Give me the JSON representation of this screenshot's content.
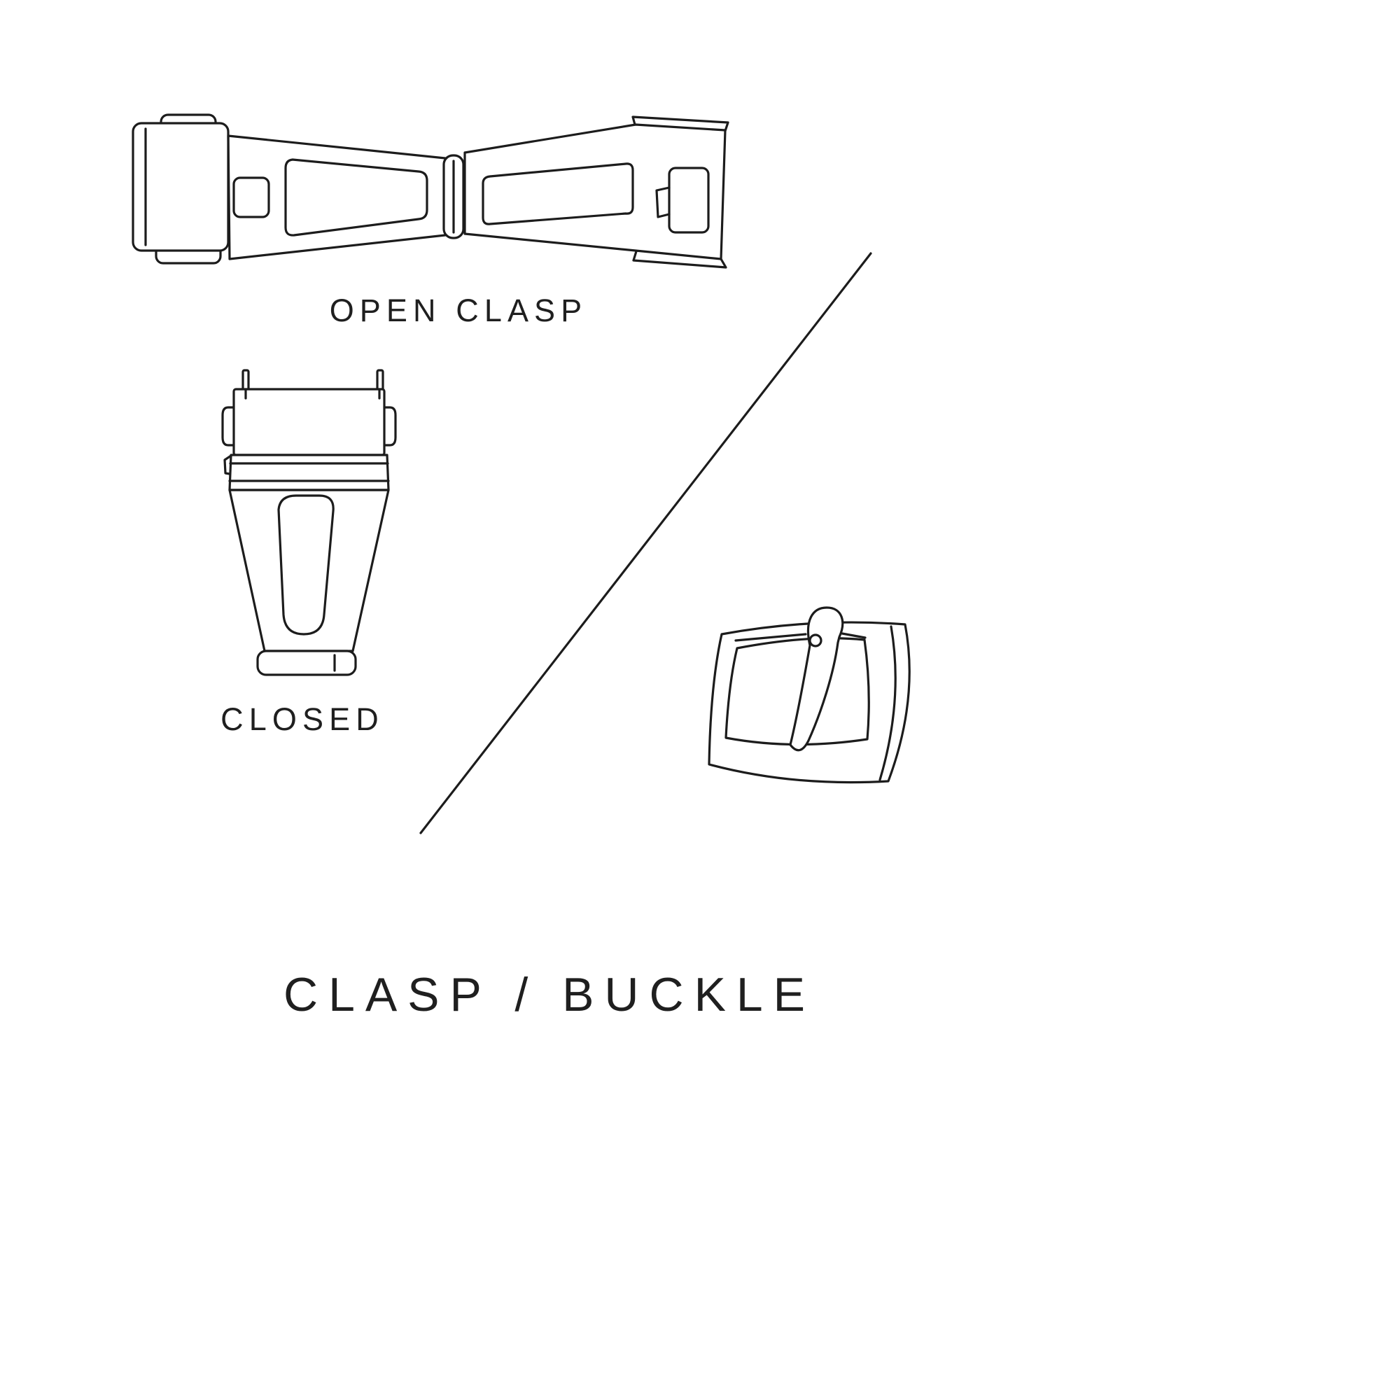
{
  "page": {
    "background_color": "#ffffff",
    "line_color": "#1c1c1c",
    "text_color": "#1f1f1f"
  },
  "labels": {
    "open_clasp": "OPEN CLASP",
    "closed": "CLOSED"
  },
  "title": {
    "text": "CLASP / BUCKLE"
  },
  "figures": {
    "open_clasp_icon": "open-deployant-clasp-illustration",
    "closed_clasp_icon": "closed-clasp-illustration",
    "buckle_icon": "tang-buckle-illustration",
    "divider_icon": "diagonal-divider-line"
  }
}
